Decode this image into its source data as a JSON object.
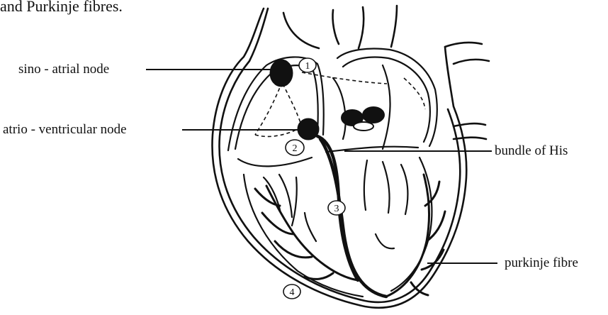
{
  "caption": "and Purkinje fibres.",
  "labels": {
    "sa_node": "sino - atrial node",
    "av_node": "atrio - ventricular node",
    "bundle_of_his": "bundle of His",
    "purkinje": "purkinje fibre"
  },
  "step_markers": [
    "1",
    "2",
    "3",
    "4"
  ]
}
